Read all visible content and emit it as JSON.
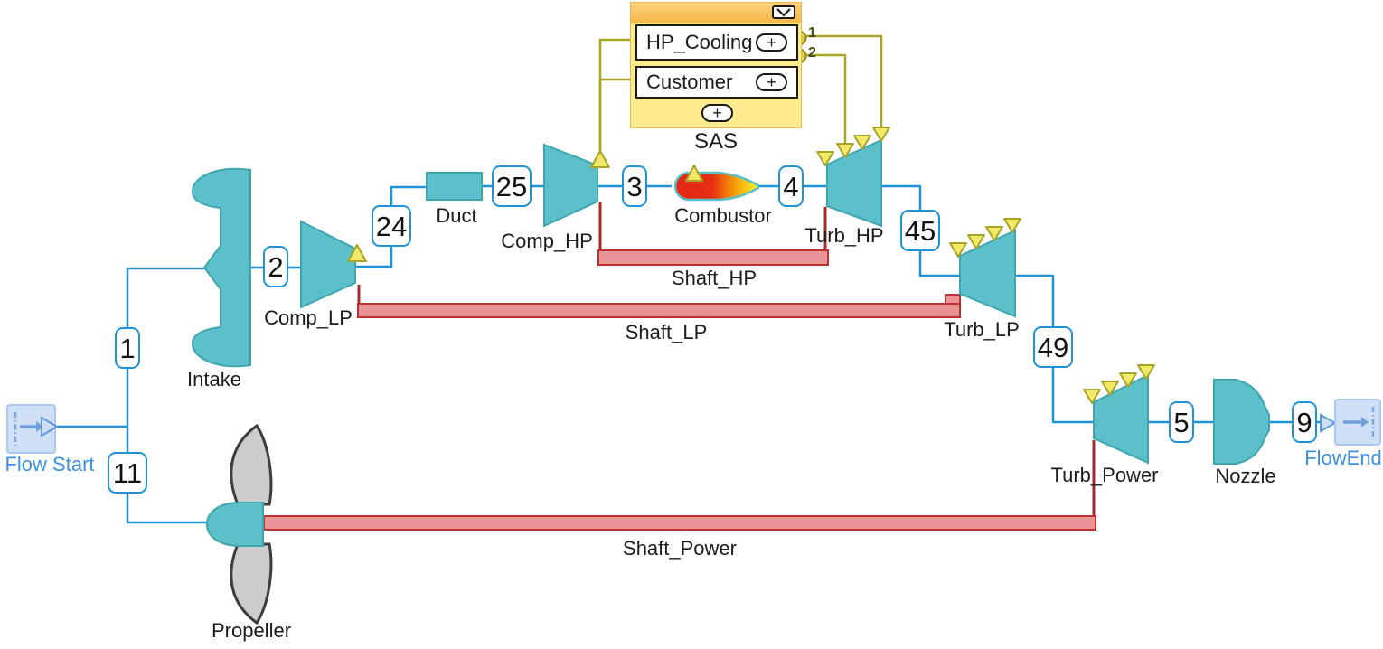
{
  "io": {
    "flow_start": "Flow Start",
    "flow_end": "FlowEnd"
  },
  "components": {
    "intake": "Intake",
    "comp_lp": "Comp_LP",
    "duct": "Duct",
    "comp_hp": "Comp_HP",
    "combustor": "Combustor",
    "turb_hp": "Turb_HP",
    "turb_lp": "Turb_LP",
    "turb_power": "Turb_Power",
    "nozzle": "Nozzle",
    "propeller": "Propeller"
  },
  "shafts": {
    "shaft_hp": "Shaft_HP",
    "shaft_lp": "Shaft_LP",
    "shaft_power": "Shaft_Power"
  },
  "stations": {
    "s1": "1",
    "s2": "2",
    "s3": "3",
    "s4": "4",
    "s5": "5",
    "s9": "9",
    "s11": "11",
    "s24": "24",
    "s25": "25",
    "s45": "45",
    "s49": "49"
  },
  "sas": {
    "label": "SAS",
    "rows": [
      {
        "label": "HP_Cooling",
        "button": "+"
      },
      {
        "label": "Customer",
        "button": "+"
      }
    ],
    "add_button": "+",
    "ports": [
      {
        "label": "1"
      },
      {
        "label": "2"
      }
    ]
  },
  "icons": {
    "collapse_button": "chevron-down",
    "expand_button": "plus",
    "flow_source": "arrow-into-triangle",
    "flow_sink": "arrow-into-wall",
    "bleed_port": "triangle-up",
    "cooling_port": "triangle-down"
  },
  "colors": {
    "flow_line": "#2093d6",
    "teal_fill": "#5cc0ca",
    "teal_stroke": "#3fa6b0",
    "shaft_fill": "#ea9595",
    "shaft_stroke": "#bf3030",
    "shaft_link": "#a62b2b",
    "bleed_line": "#a8a426",
    "bleed_triangle": "#f2e968",
    "port_circle": "#d9d54b",
    "sas_header": "#f6b747",
    "sas_body": "#fdeb8d",
    "io_fill": "#cfe0f6",
    "io_text": "#3e8fdc",
    "label_text": "#1c1c1c"
  }
}
